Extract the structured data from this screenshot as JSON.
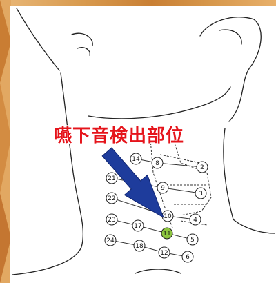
{
  "title": "嚥下音検出部位",
  "highlight_node": "11",
  "nodes": [
    {
      "label": "14"
    },
    {
      "label": "8"
    },
    {
      "label": "2"
    },
    {
      "label": "21"
    },
    {
      "label": "9"
    },
    {
      "label": "3"
    },
    {
      "label": "22"
    },
    {
      "label": "10"
    },
    {
      "label": "4"
    },
    {
      "label": "23"
    },
    {
      "label": "17"
    },
    {
      "label": "11"
    },
    {
      "label": "5"
    },
    {
      "label": "24"
    },
    {
      "label": "18"
    },
    {
      "label": "12"
    },
    {
      "label": "6"
    }
  ],
  "colors": {
    "title": "#e5141b",
    "arrow": "#1e3c9c",
    "highlight": "#8dc63f",
    "frame_accent": "#d8994c"
  }
}
